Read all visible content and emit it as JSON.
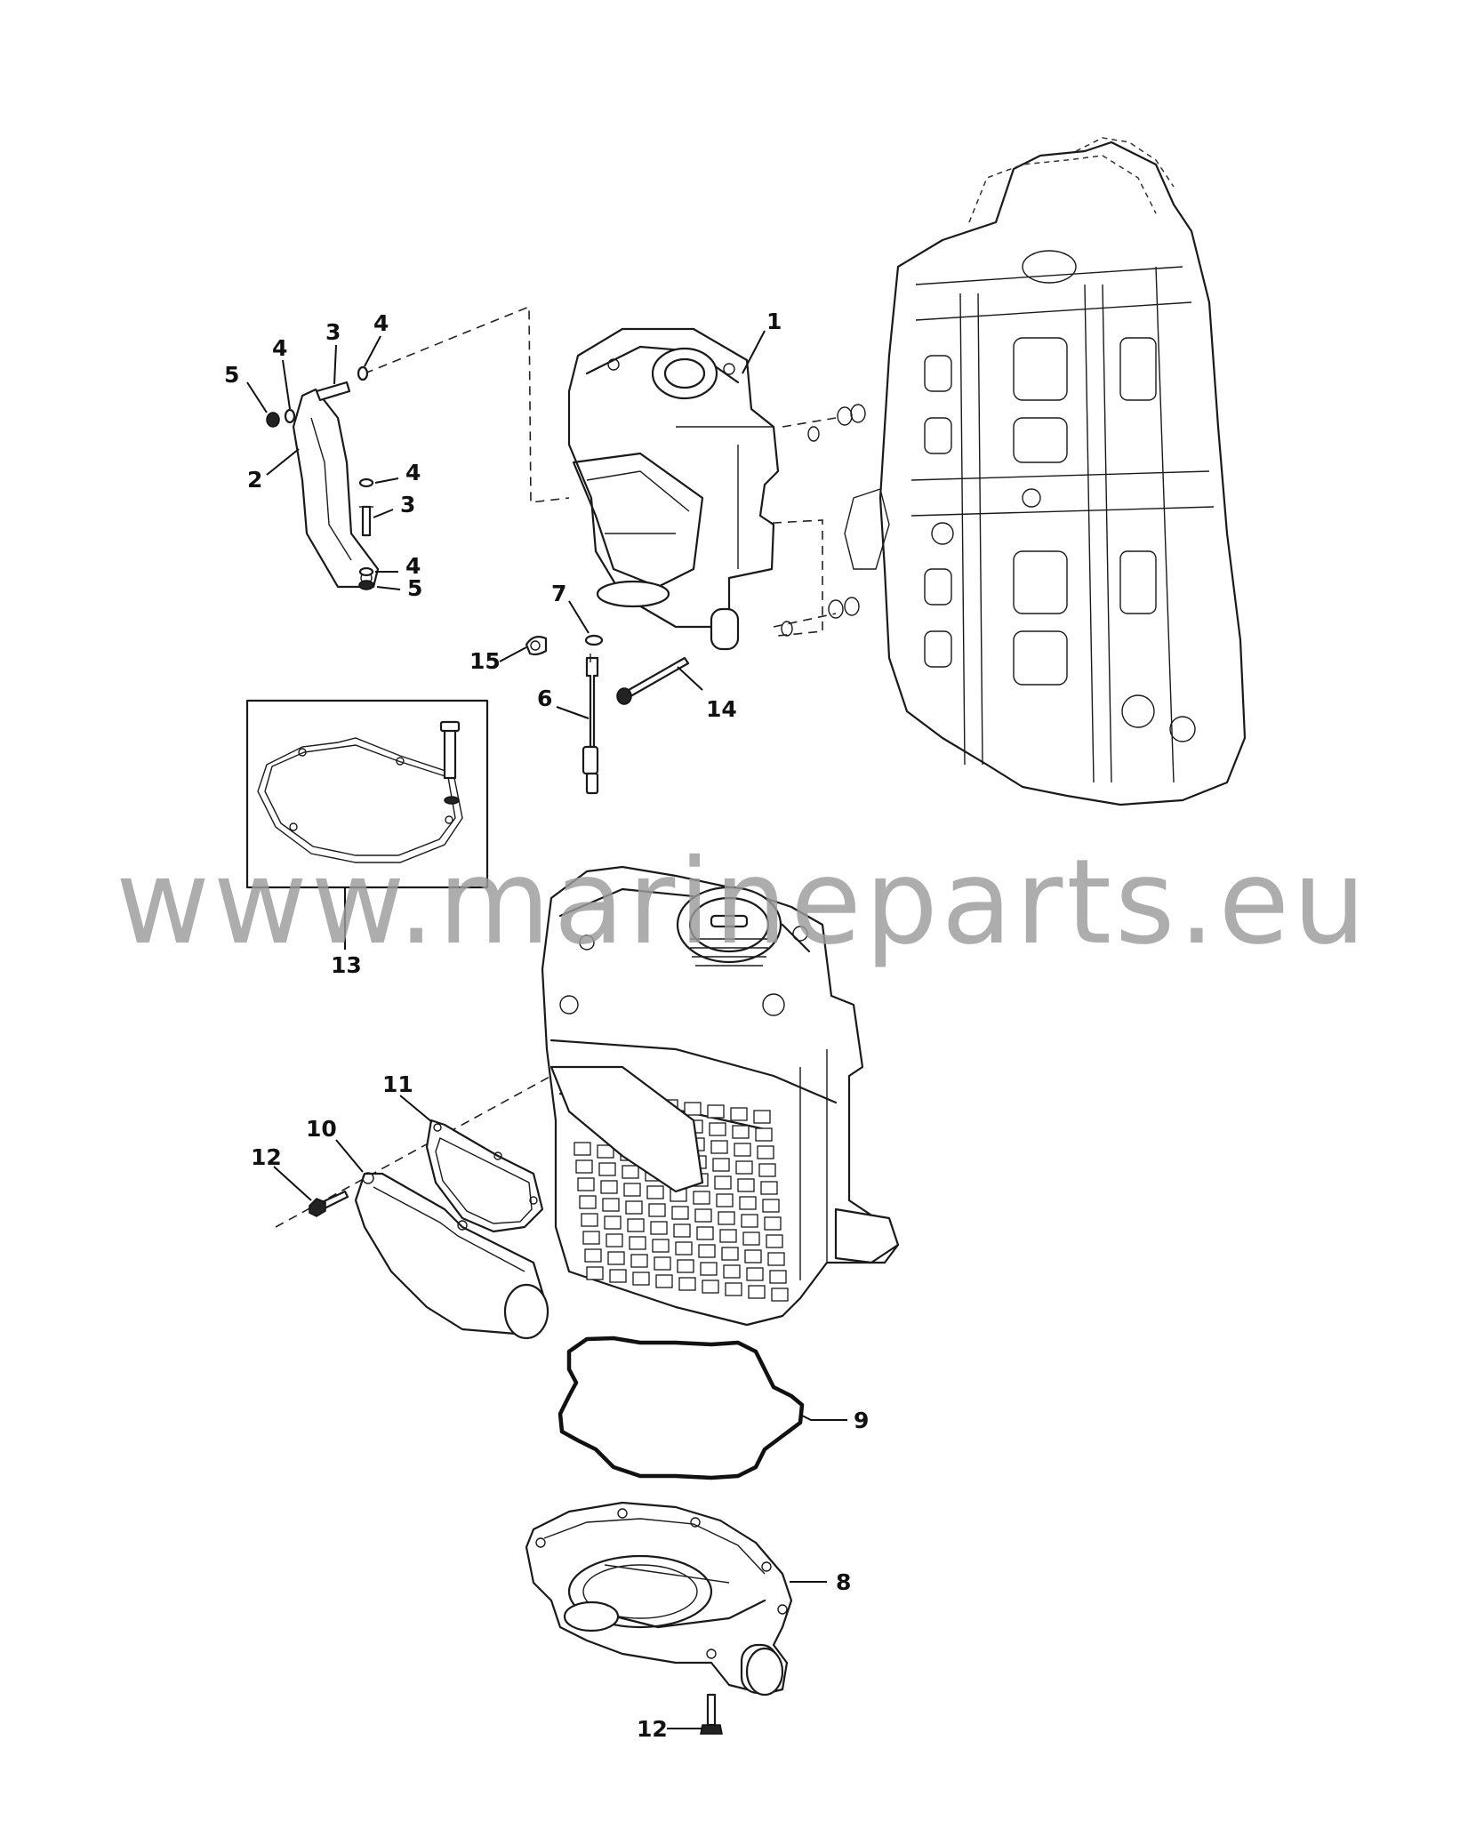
{
  "watermark": "www.marineparts.eu",
  "callouts": [
    {
      "id": "c1",
      "label": "1"
    },
    {
      "id": "c2",
      "label": "2"
    },
    {
      "id": "c3a",
      "label": "3"
    },
    {
      "id": "c3b",
      "label": "3"
    },
    {
      "id": "c4a",
      "label": "4"
    },
    {
      "id": "c4b",
      "label": "4"
    },
    {
      "id": "c4c",
      "label": "4"
    },
    {
      "id": "c4d",
      "label": "4"
    },
    {
      "id": "c5a",
      "label": "5"
    },
    {
      "id": "c5b",
      "label": "5"
    },
    {
      "id": "c6",
      "label": "6"
    },
    {
      "id": "c7",
      "label": "7"
    },
    {
      "id": "c8",
      "label": "8"
    },
    {
      "id": "c9",
      "label": "9"
    },
    {
      "id": "c10",
      "label": "10"
    },
    {
      "id": "c11",
      "label": "11"
    },
    {
      "id": "c12a",
      "label": "12"
    },
    {
      "id": "c12b",
      "label": "12"
    },
    {
      "id": "c13",
      "label": "13"
    },
    {
      "id": "c14",
      "label": "14"
    },
    {
      "id": "c15",
      "label": "15"
    }
  ]
}
